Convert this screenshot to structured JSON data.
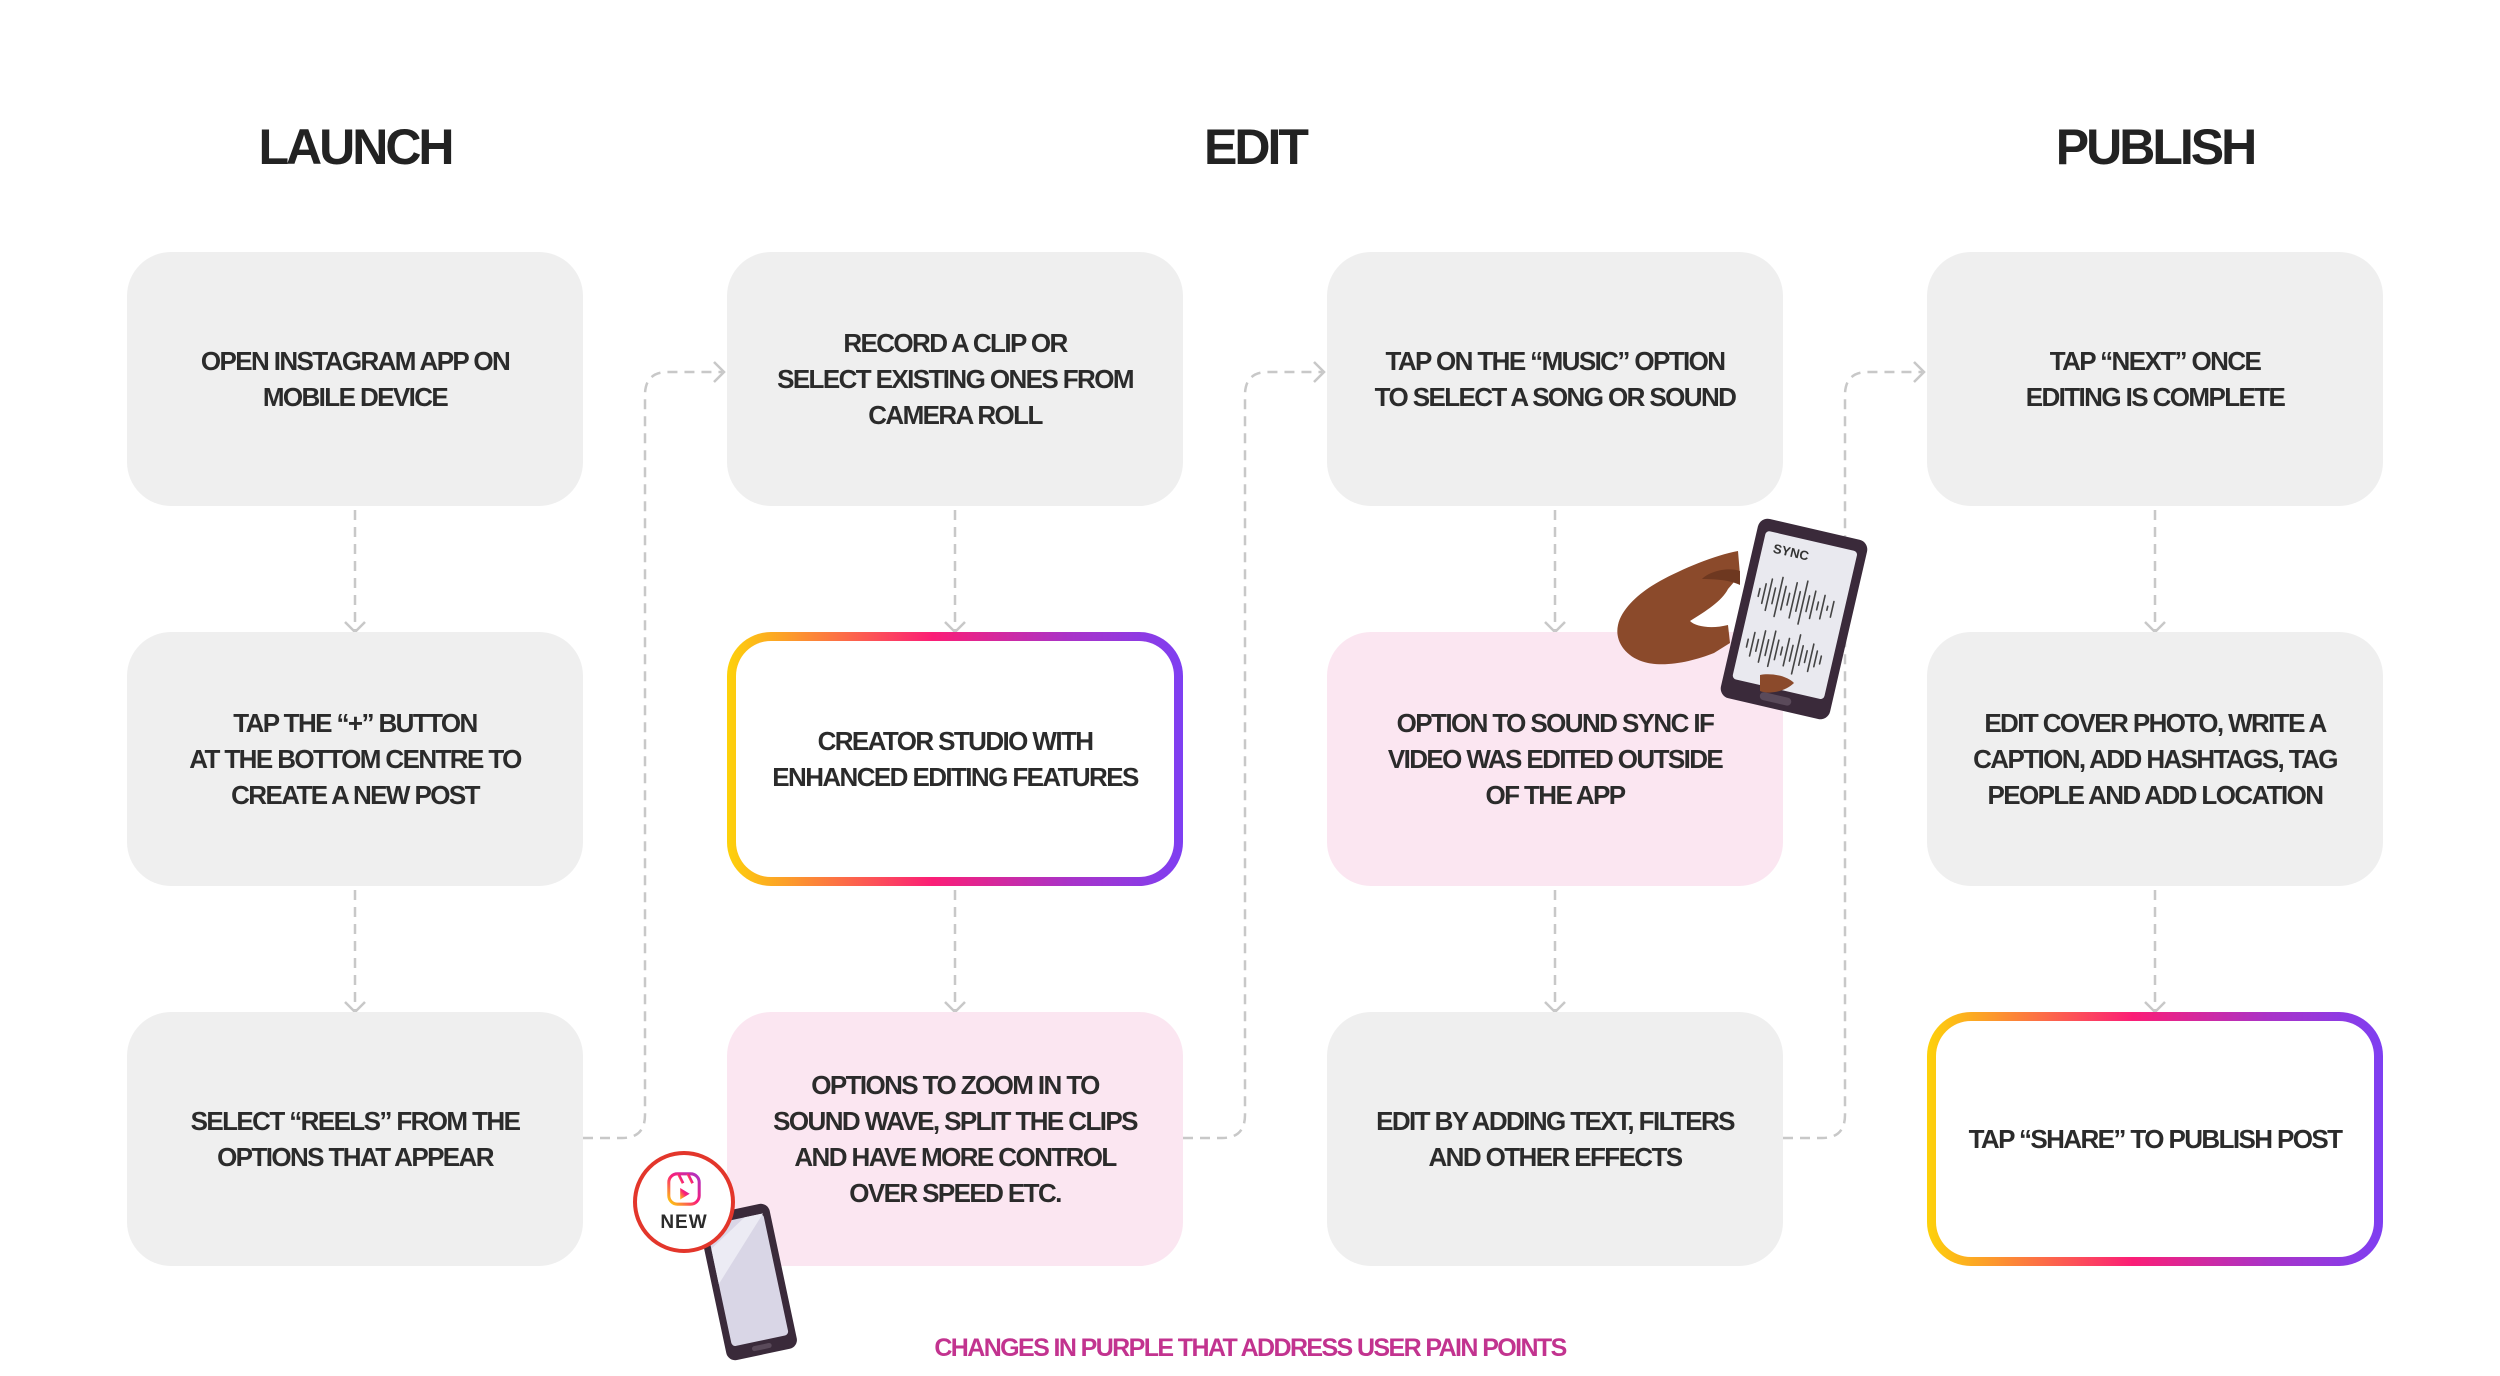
{
  "stages": {
    "launch": "LAUNCH",
    "edit": "EDIT",
    "publish": "PUBLISH"
  },
  "steps": {
    "open_app": "OPEN INSTAGRAM APP ON\nMOBILE DEVICE",
    "tap_plus": "TAP THE “+” BUTTON\nAT THE BOTTOM CENTRE TO\nCREATE A NEW POST",
    "select_reels": "SELECT “REELS” FROM THE\nOPTIONS THAT APPEAR",
    "record_clip": "RECORD A CLIP OR\nSELECT EXISTING ONES FROM\nCAMERA ROLL",
    "creator_studio": "CREATOR STUDIO WITH\nENHANCED EDITING FEATURES",
    "zoom_options": "OPTIONS TO ZOOM IN TO\nSOUND WAVE, SPLIT THE CLIPS\nAND HAVE MORE CONTROL\nOVER SPEED ETC.",
    "music_option": "TAP ON THE “MUSIC” OPTION\nTO SELECT A SONG OR SOUND",
    "sound_sync": "OPTION TO SOUND SYNC IF\nVIDEO WAS EDITED OUTSIDE\nOF THE APP",
    "edit_effects": "EDIT BY ADDING TEXT, FILTERS\nAND OTHER EFFECTS",
    "tap_next": "TAP “NEXT” ONCE\nEDITING IS COMPLETE",
    "edit_cover": "EDIT COVER PHOTO, WRITE A\nCAPTION, ADD HASHTAGS, TAG\nPEOPLE AND ADD LOCATION",
    "tap_share": "TAP “SHARE” TO PUBLISH POST"
  },
  "illustrations": {
    "phone_sync_label": "SYNC",
    "new_badge_label": "NEW",
    "new_badge_icon": "reels-icon"
  },
  "footer": "CHANGES IN PURPLE THAT ADDRESS USER PAIN POINTS",
  "colors": {
    "box_default": "#efefef",
    "box_highlight": "#fbe6f1",
    "gradient": [
      "#fdd20a",
      "#fb1e76",
      "#a933c8",
      "#7e3ff2"
    ],
    "footer_text": "#c2338f"
  }
}
